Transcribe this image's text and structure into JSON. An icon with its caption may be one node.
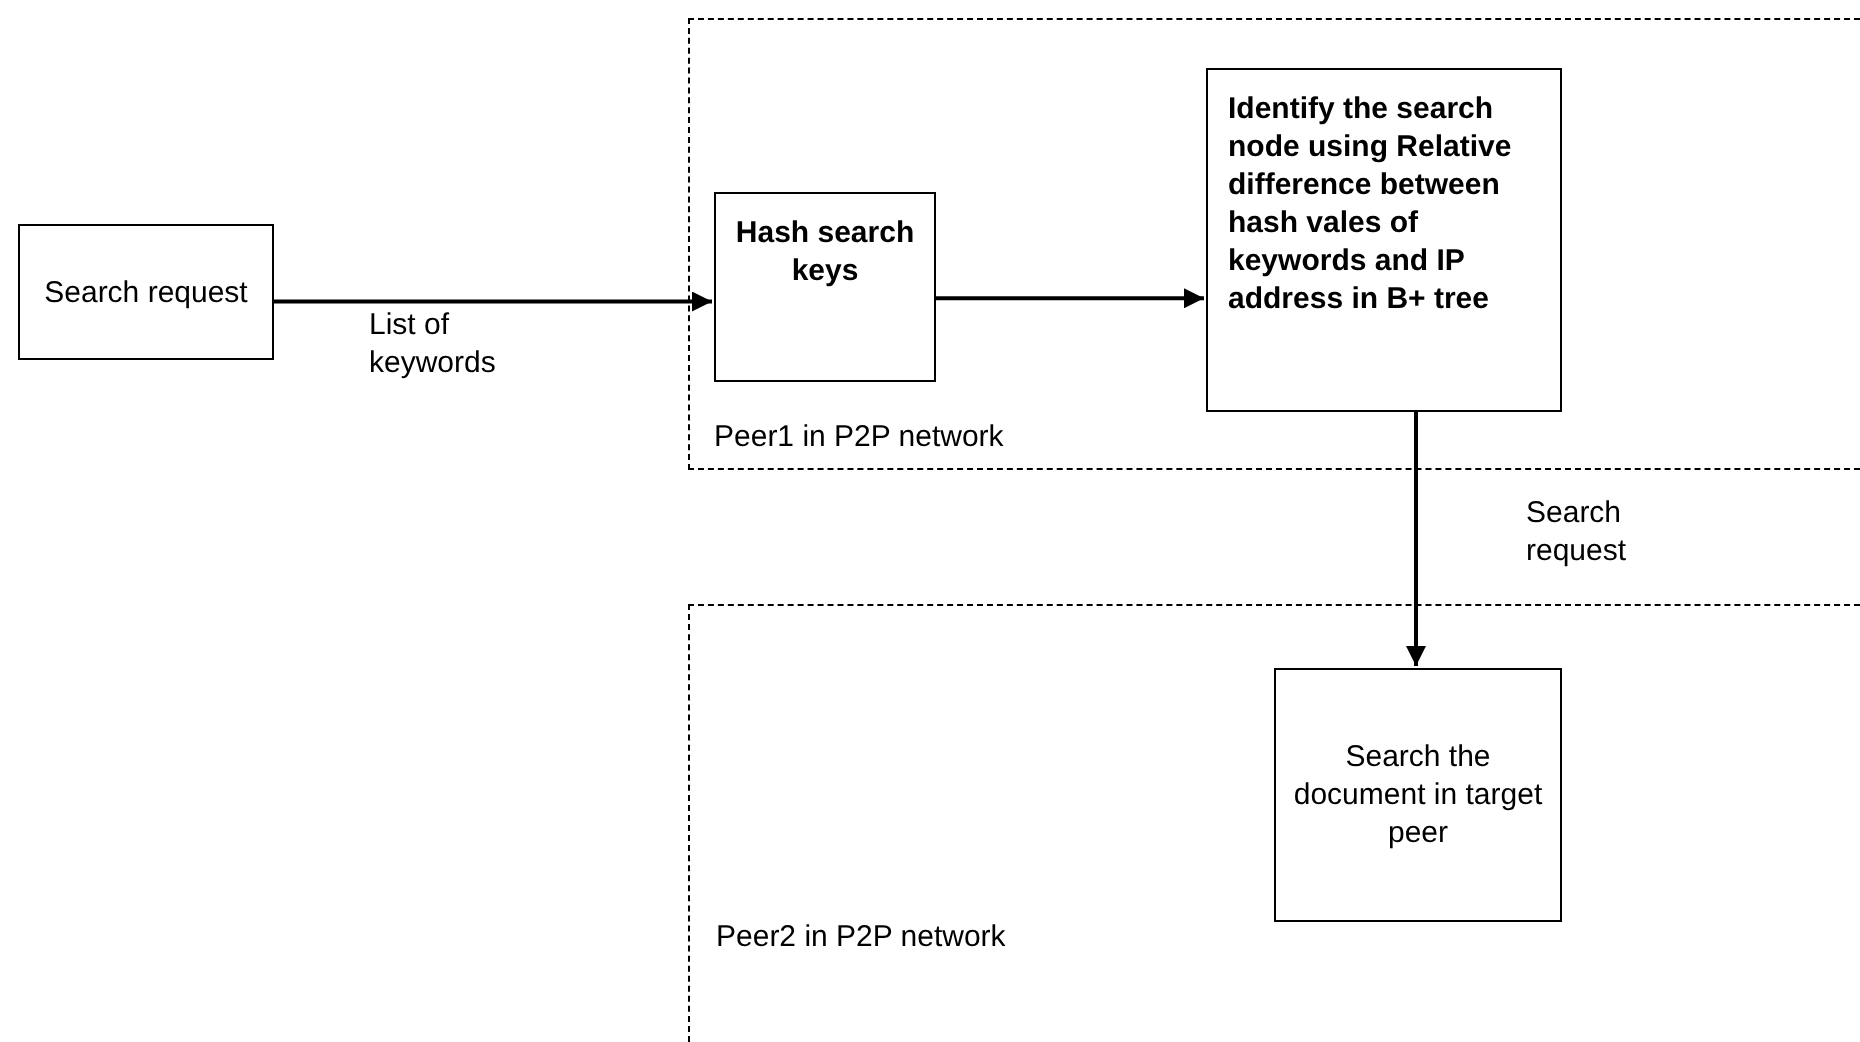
{
  "diagram": {
    "nodes": [
      {
        "text": [
          "Search request"
        ]
      },
      {
        "text": [
          "Peer1 in P2P network"
        ]
      },
      {
        "text": [
          "Hash search keys"
        ],
        "in": 1
      },
      {
        "text": [
          "Identify the search node using Relative difference between hash vales of keywords and IP address in B+ tree"
        ],
        "in": 1
      },
      {
        "text": [
          "Peer2 in P2P network"
        ]
      },
      {
        "text": [
          "Search the document in target peer"
        ],
        "in": 4
      }
    ],
    "edges": [
      {
        "from": 0,
        "to": 2,
        "arrow": "to",
        "label": "List of keywords"
      },
      {
        "from": 2,
        "to": 3,
        "arrow": "to"
      },
      {
        "from": 3,
        "to": 5,
        "arrow": "to",
        "label": "Search request"
      }
    ]
  }
}
